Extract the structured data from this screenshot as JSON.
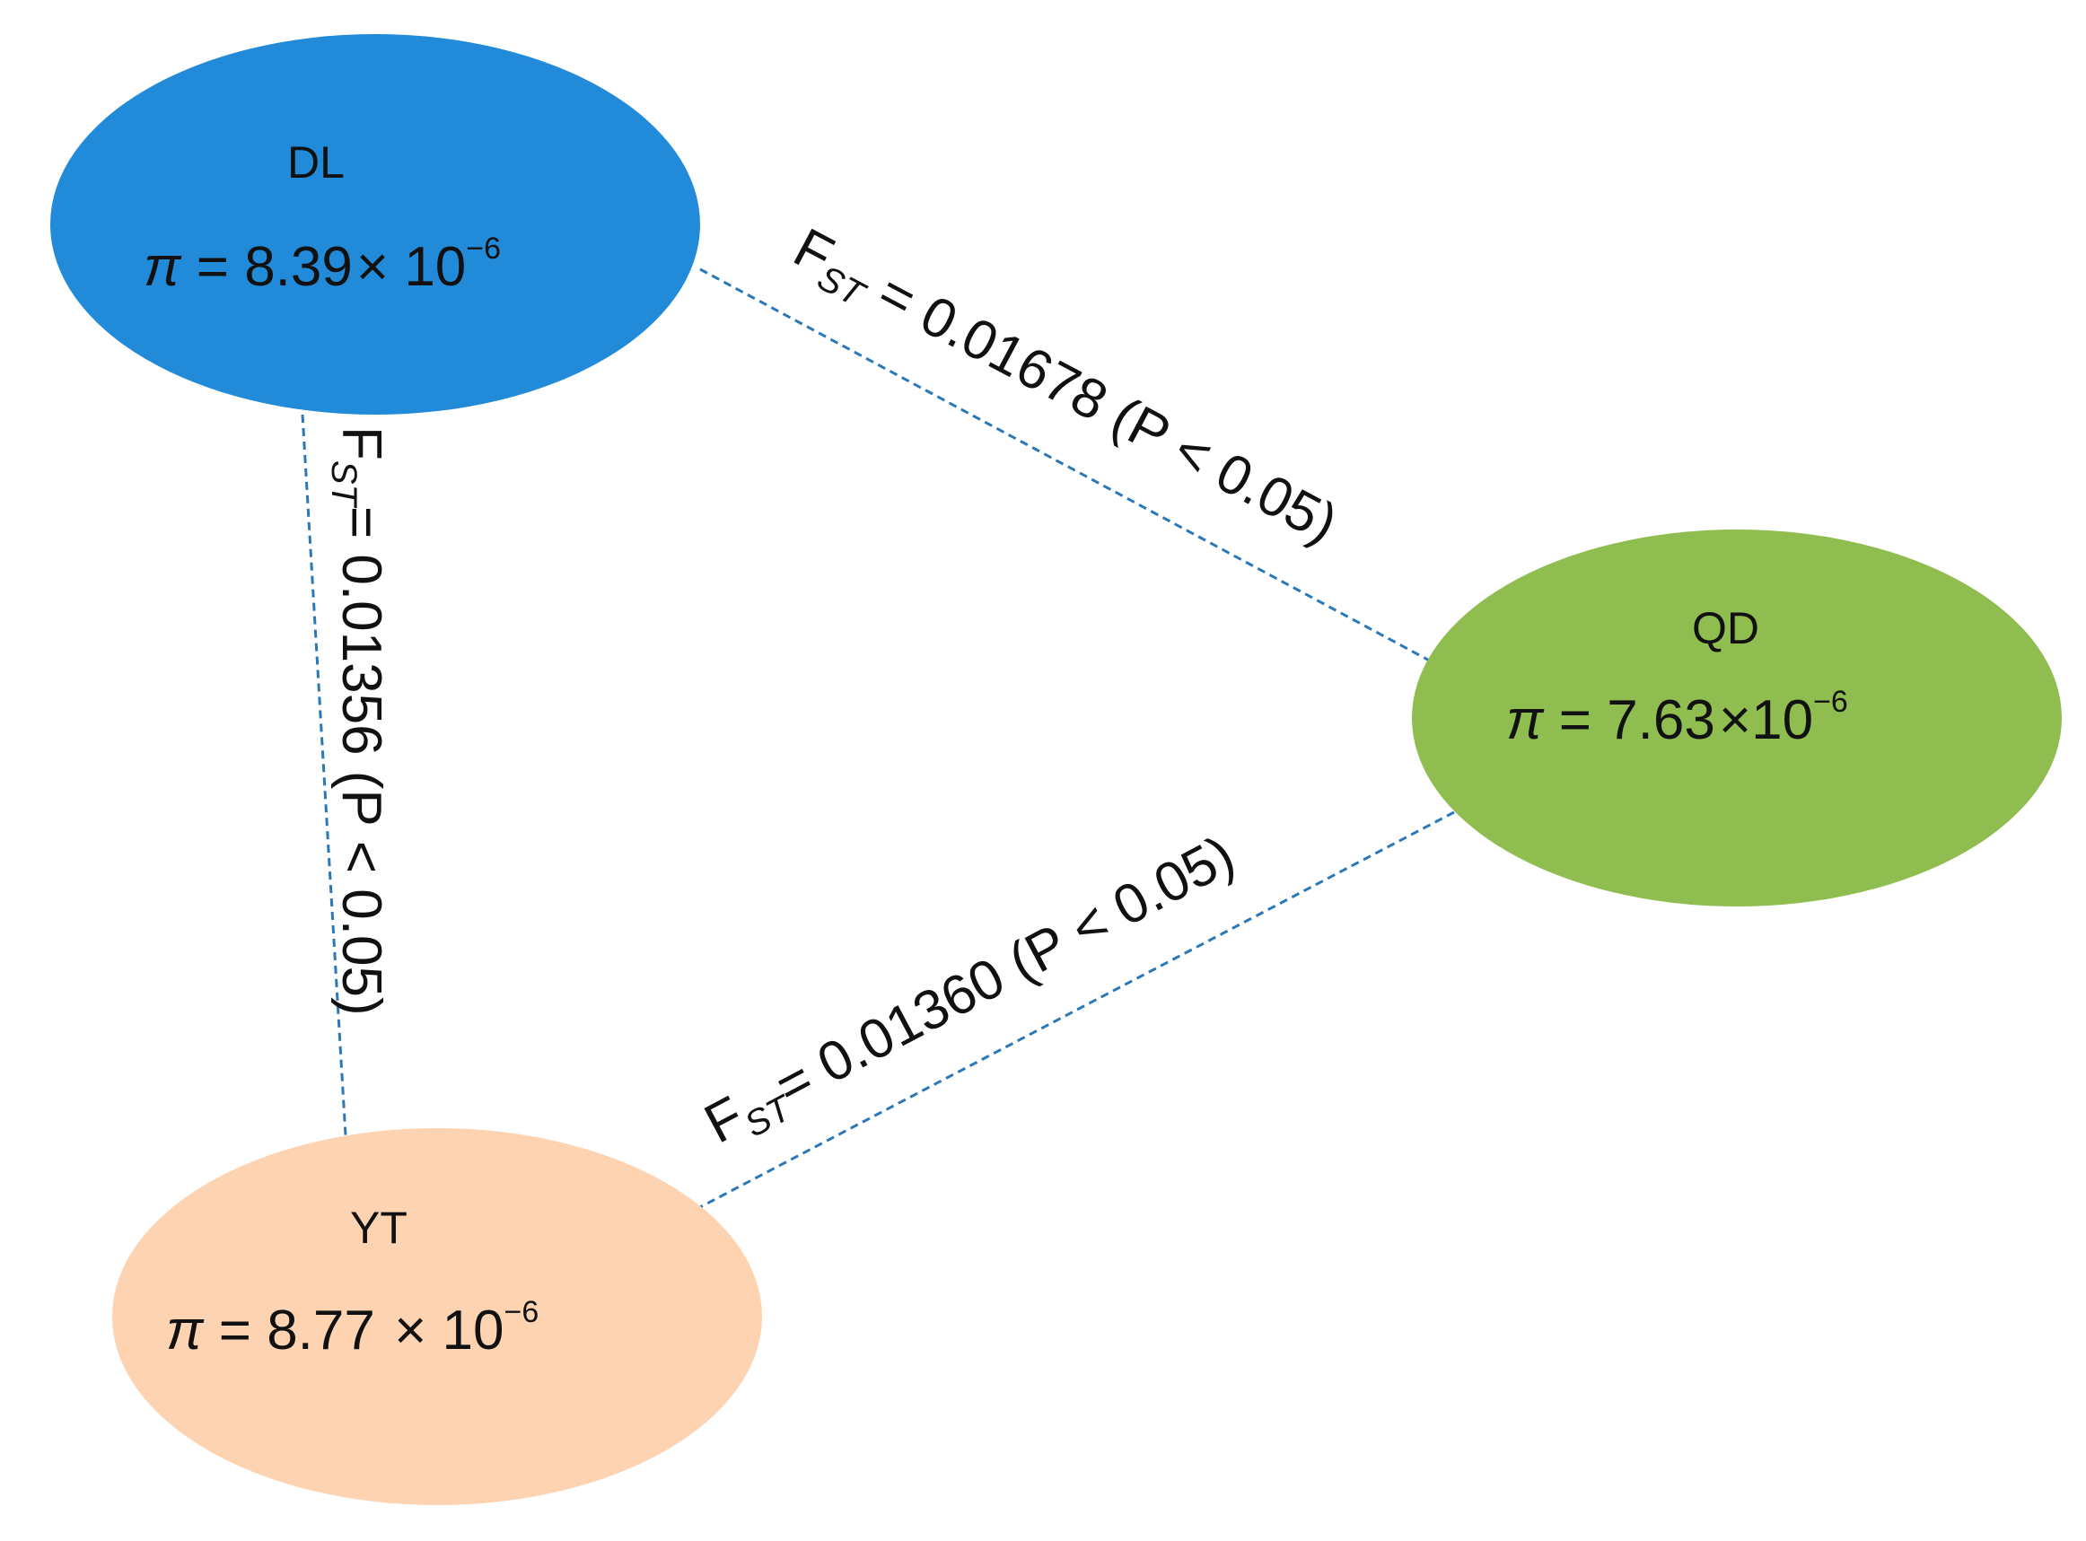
{
  "colors": {
    "DL": "#218bd9",
    "QD": "#8fbd4f",
    "YT": "#fdd3b1",
    "link": "#2a78b8"
  },
  "nodes": {
    "DL": {
      "name": "DL",
      "pi_symbol": "π",
      "pi_value": " = 8.39",
      "times": "×",
      "base": " 10",
      "exp": "−6"
    },
    "QD": {
      "name": "QD",
      "pi_symbol": "π",
      "pi_value": " = 7.63",
      "times": "×",
      "base": "10",
      "exp": "−6"
    },
    "YT": {
      "name": "YT",
      "pi_symbol": "π",
      "pi_value": " = 8.77 ",
      "times": "×",
      "base": " 10",
      "exp": "−6"
    }
  },
  "edges": {
    "DL_QD": {
      "f": "F",
      "sub": "ST",
      "value": " = 0.01678 (P < 0.05)"
    },
    "DL_YT": {
      "f": "F",
      "sub": "ST",
      "value": "= 0.01356 (P < 0.05)"
    },
    "YT_QD": {
      "f": "F",
      "sub": "ST",
      "value": "= 0.01360 (P < 0.05)"
    }
  }
}
